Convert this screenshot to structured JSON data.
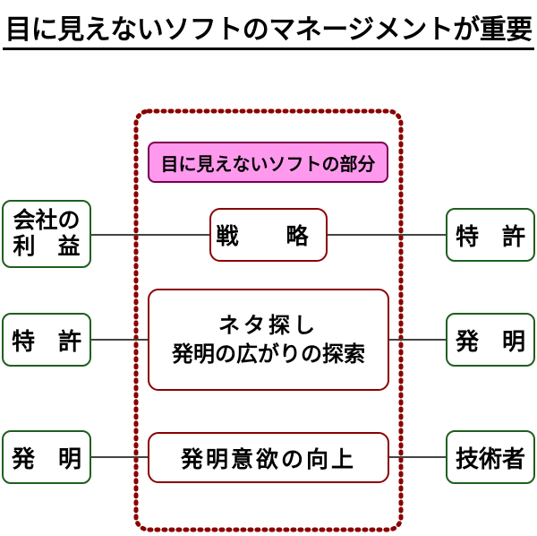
{
  "title": "目に見えないソフトのマネージメントが重要",
  "soft_label": "目に見えないソフトの部分",
  "center": {
    "strategy": "戦　略",
    "search_line1": "ネタ探し",
    "search_line2": "発明の広がりの探索",
    "motivation": "発明意欲の向上"
  },
  "left": {
    "profit_line1": "会社の",
    "profit_line2": "利　益",
    "patent": "特　許",
    "invention": "発　明"
  },
  "right": {
    "patent": "特　許",
    "invention": "発　明",
    "engineer": "技術者"
  },
  "colors": {
    "dotted_frame": "#8b0000",
    "side_border": "#1f5f1f",
    "label_fill": "#ff99ee"
  }
}
